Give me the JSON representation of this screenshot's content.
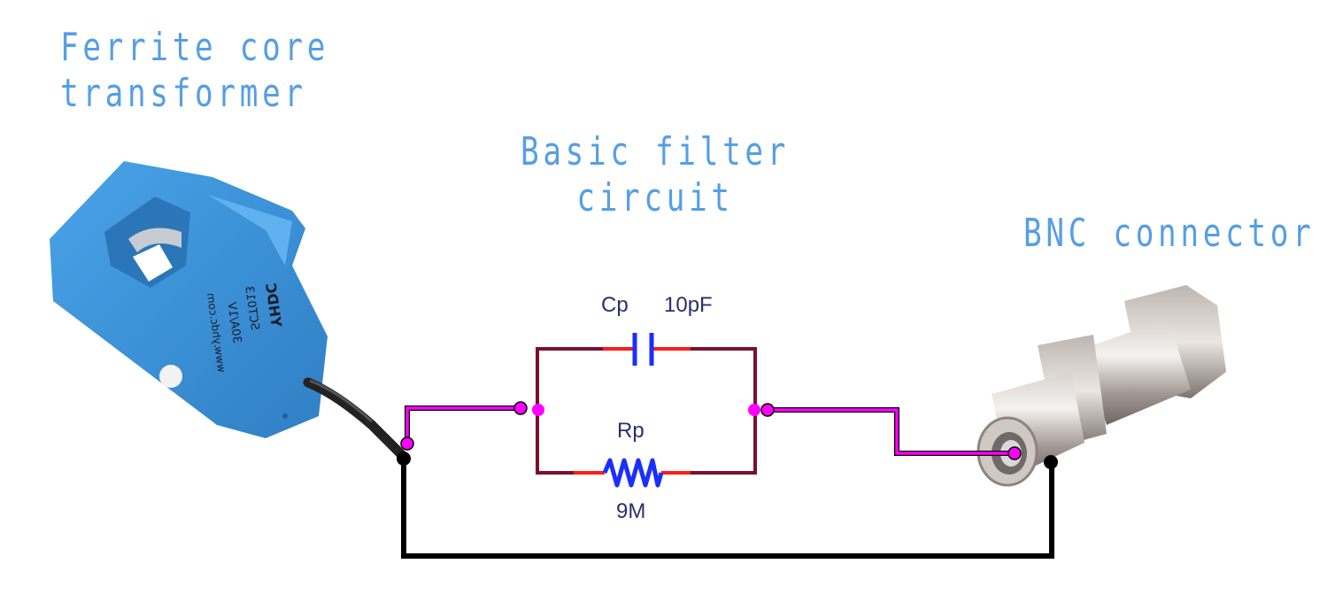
{
  "titles": {
    "ferrite": [
      "Ferrite core",
      "transformer"
    ],
    "filter": [
      "Basic filter",
      "circuit"
    ],
    "bnc": [
      "BNC connector"
    ]
  },
  "transformer": {
    "brand": "YHDC",
    "model": "SCT013",
    "rating": "30A/1V",
    "website": "www.yhdc.com"
  },
  "filter": {
    "capacitor": {
      "name": "Cp",
      "value": "10pF"
    },
    "resistor": {
      "name": "Rp",
      "value": "9M"
    }
  },
  "colors": {
    "title": "#559ee6",
    "signal_wire": "#ff00ff",
    "ground_wire": "#000000",
    "filter_wire": "#7a1030",
    "component_lead": "#ff1a1a",
    "component": "#1a2fff",
    "transformer_body": "#3b8fd6"
  }
}
